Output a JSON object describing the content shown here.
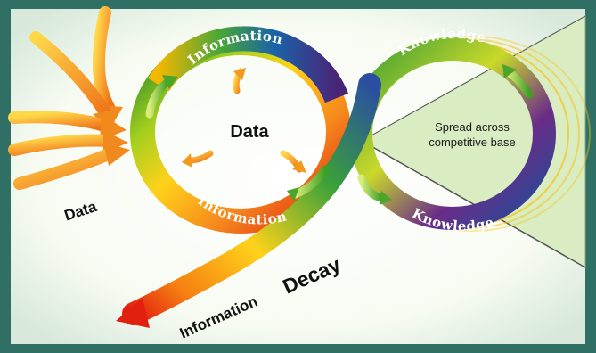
{
  "labels": {
    "center": "Data",
    "side_data": "Data",
    "info_top": "Information",
    "info_bottom": "Information",
    "knowledge_top": "Knowledge",
    "knowledge_bottom": "Knowledge",
    "decay_word1": "Information",
    "decay_word2": "Decay",
    "spread_line1": "Spread across",
    "spread_line2": "competitive base"
  },
  "colors": {
    "frame": "#2f6f64",
    "panel": "#fbfdf6",
    "spread_panel": "#d9ecc2",
    "arrow_orange": "#f39a1c",
    "arrow_green": "#6cbf2e"
  }
}
